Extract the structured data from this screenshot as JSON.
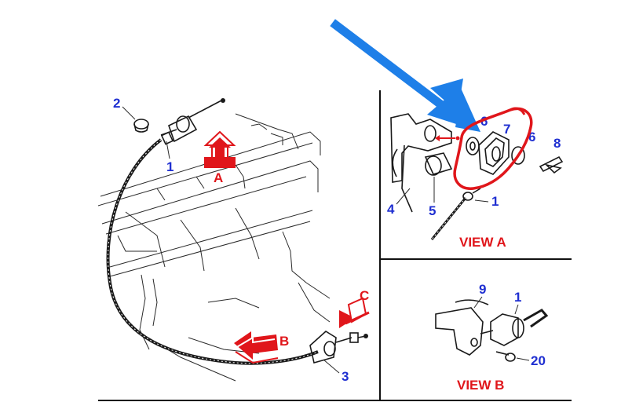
{
  "diagram": {
    "main_view": {
      "callouts": [
        "1",
        "2",
        "3"
      ],
      "arrow_labels": [
        "A",
        "B",
        "C"
      ]
    },
    "view_a": {
      "title": "VIEW A",
      "callouts": [
        "1",
        "4",
        "5",
        "6",
        "7",
        "6",
        "8"
      ]
    },
    "view_b": {
      "title": "VIEW B",
      "callouts": [
        "1",
        "9",
        "20"
      ]
    },
    "colors": {
      "callout": "#1f2fd1",
      "annotation": "#e0161b",
      "pointer_arrow": "#1e7fe8"
    }
  }
}
